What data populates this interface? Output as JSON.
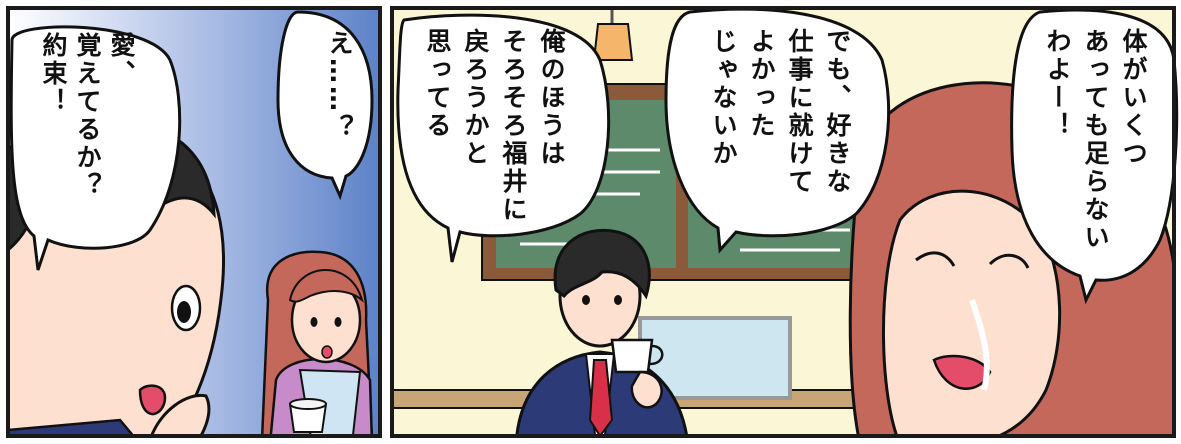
{
  "panel_left": {
    "bubble_man": [
      "約束！",
      "覚えてるか？",
      "愛、"
    ],
    "bubble_woman": [
      "え……？"
    ]
  },
  "panel_right": {
    "bubble_man": [
      "思ってる",
      "戻ろうかと",
      "そろそろ福井に",
      "俺のほうは"
    ],
    "bubble_woman_middle": [
      "じゃないか",
      "よかった",
      "仕事に就けて",
      "でも、好きな"
    ],
    "bubble_woman_right": [
      "わよー！",
      "あっても足らない",
      "体がいくつ"
    ]
  },
  "colors": {
    "border": "#1a1a1a",
    "sky_blue": "#6d8fd0",
    "wall_cream": "#fbf6d6",
    "window_green": "#5c8a6a",
    "window_frame": "#8a5a3a",
    "hair_woman": "#c4685c",
    "suit_navy": "#2d3a78",
    "tie_red": "#d9304a",
    "skin": "#fde0cf"
  }
}
